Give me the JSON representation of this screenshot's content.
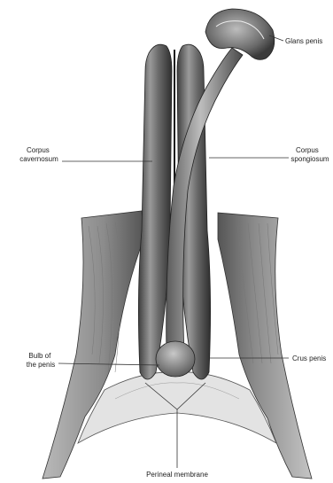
{
  "labels": {
    "glans_penis": "Glans penis",
    "corpus_cavernosum_line1": "Corpus",
    "corpus_cavernosum_line2": "cavernosum",
    "corpus_spongiosum_line1": "Corpus",
    "corpus_spongiosum_line2": "spongiosum",
    "bulb_line1": "Bulb of",
    "bulb_line2": "the penis",
    "crus_penis": "Crus penis",
    "perineal_membrane": "Perineal membrane"
  },
  "colors": {
    "tissue_dark": "#4a4a4a",
    "tissue_mid": "#8a8a8a",
    "tissue_light": "#cfcfcf",
    "membrane": "#e6e6e6"
  }
}
